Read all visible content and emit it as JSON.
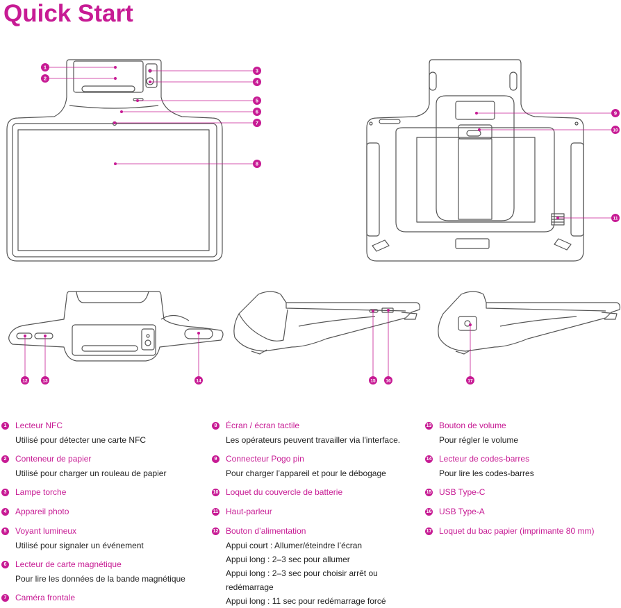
{
  "page": {
    "title": "Quick Start",
    "accent_color": "#c71b94",
    "line_color": "#8a8a8a"
  },
  "legend": [
    {
      "num": "1",
      "label": "Lecteur NFC",
      "desc": [
        "Utilisé pour détecter une carte NFC"
      ]
    },
    {
      "num": "2",
      "label": "Conteneur de papier",
      "desc": [
        "Utilisé pour charger un rouleau de papier"
      ]
    },
    {
      "num": "3",
      "label": "Lampe torche",
      "desc": []
    },
    {
      "num": "4",
      "label": "Appareil photo",
      "desc": []
    },
    {
      "num": "5",
      "label": "Voyant lumineux",
      "desc": [
        "Utilisé pour signaler un événement"
      ]
    },
    {
      "num": "6",
      "label": "Lecteur de carte magnétique",
      "desc": [
        "Pour lire les données de la bande magnétique"
      ]
    },
    {
      "num": "7",
      "label": "Caméra frontale",
      "desc": []
    },
    {
      "num": "8",
      "label": "Écran / écran tactile",
      "desc": [
        "Les opérateurs peuvent travailler via l'interface."
      ]
    },
    {
      "num": "9",
      "label": "Connecteur Pogo pin",
      "desc": [
        "Pour charger l’appareil et pour le débogage"
      ]
    },
    {
      "num": "10",
      "label": "Loquet du couvercle de batterie",
      "desc": []
    },
    {
      "num": "11",
      "label": "Haut-parleur",
      "desc": []
    },
    {
      "num": "12",
      "label": "Bouton d’alimentation",
      "desc": [
        "Appui court : Allumer/éteindre l’écran",
        "Appui long : 2–3 sec pour allumer",
        "Appui long : 2–3 sec pour choisir arrêt ou",
        "redémarrage",
        "Appui long : 11 sec pour redémarrage forcé"
      ]
    },
    {
      "num": "13",
      "label": "Bouton de volume",
      "desc": [
        "Pour régler le volume"
      ]
    },
    {
      "num": "14",
      "label": "Lecteur de codes-barres",
      "desc": [
        "Pour lire les codes-barres"
      ]
    },
    {
      "num": "15",
      "label": "USB Type-C",
      "desc": []
    },
    {
      "num": "16",
      "label": "USB Type-A",
      "desc": []
    },
    {
      "num": "17",
      "label": "Loquet du bac papier (imprimante 80 mm)",
      "desc": []
    }
  ]
}
